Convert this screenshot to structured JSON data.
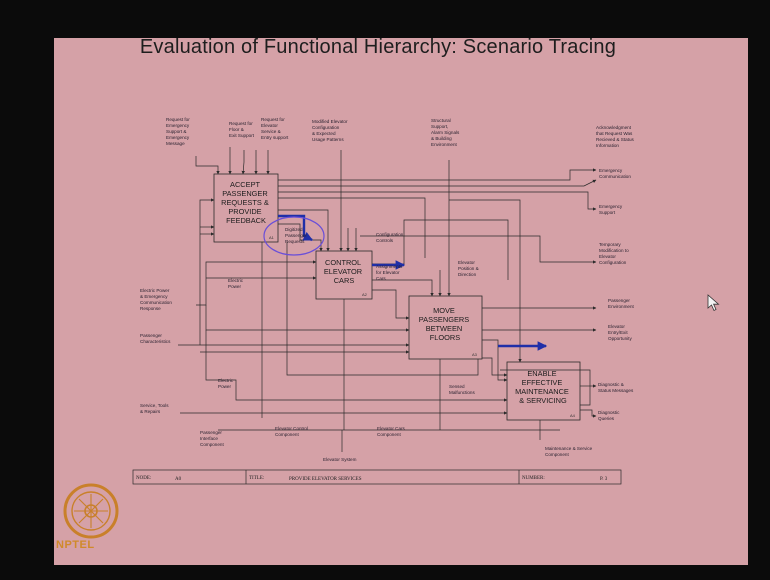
{
  "slide": {
    "title": "Evaluation of Functional Hierarchy: Scenario Tracing"
  },
  "boxes": {
    "a1": [
      "ACCEPT",
      "PASSENGER",
      "REQUESTS &",
      "PROVIDE",
      "FEEDBACK"
    ],
    "a1_num": "A1",
    "a2": [
      "CONTROL",
      "ELEVATOR",
      "CARS"
    ],
    "a2_num": "A2",
    "a3": [
      "MOVE",
      "PASSENGERS",
      "BETWEEN",
      "FLOORS"
    ],
    "a3_num": "A3",
    "a4": [
      "ENABLE",
      "EFFECTIVE",
      "MAINTENANCE",
      "& SERVICING"
    ],
    "a4_num": "A4"
  },
  "inputs_top": {
    "req_emergency": [
      "Request for",
      "Emergency",
      "Support &",
      "Emergency",
      "Message"
    ],
    "req_floor": [
      "Request for",
      "Floor &",
      "Exit Support"
    ],
    "req_elevator": [
      "Request for",
      "Elevator",
      "Service &",
      "Entry support"
    ],
    "modified_config": [
      "Modified Elevator",
      "Configuration",
      "& Expected",
      "Usage Patterns"
    ],
    "structural": [
      "Structural",
      "Support,",
      "Alarm Signals",
      "& Building",
      "Environment"
    ]
  },
  "inputs_left": {
    "electric_power_emergency": [
      "Electric Power",
      "& Emergency",
      "Communication",
      "Response"
    ],
    "passenger_char": [
      "Passenger",
      "Characteristics"
    ],
    "service_tools": [
      "Service, Tools",
      "& Repairs"
    ]
  },
  "outputs_right": {
    "acknowledgment": [
      "Acknowledgment",
      "that Request Was",
      "Recieved & Status",
      "Information"
    ],
    "emergency_comm": [
      "Emergency",
      "Communication"
    ],
    "emergency_support": [
      "Emergency",
      "Support"
    ],
    "temporary_mod": [
      "Temporary",
      "Modification to",
      "Elevator",
      "Configuration"
    ],
    "passenger_env": [
      "Passenger",
      "Environment"
    ],
    "elevator_entry": [
      "Elevator",
      "Entry/Exit",
      "Opportunity"
    ],
    "diagnostic_status": [
      "Diagnostic &",
      "Status Messages"
    ],
    "diagnostic_queries": [
      "Diagnostic",
      "Queries"
    ]
  },
  "internal": {
    "digitized": [
      "Digitized",
      "Passenger",
      "Requests"
    ],
    "config_controls": [
      "Configuration",
      "Controls"
    ],
    "assignments": [
      "Assignments",
      "for Elevator",
      "Cars"
    ],
    "electric_power_a2": [
      "Electric",
      "Power"
    ],
    "elevator_position": [
      "Elevator",
      "Position &",
      "Direction"
    ],
    "electric_power_a4": [
      "Electric",
      "Power"
    ],
    "sensed_malfunctions": [
      "Sensed",
      "Malfunctions"
    ]
  },
  "mechanisms": {
    "passenger_interface": [
      "Passenger",
      "Interface",
      "Component"
    ],
    "elevator_control": [
      "Elevator Control",
      "Component"
    ],
    "elevator_cars": [
      "Elevator Cars",
      "Component"
    ],
    "maintenance": [
      "Maintenance & Service",
      "Component"
    ],
    "elevator_system": "Elevator System"
  },
  "footer": {
    "node_label": "NODE:",
    "node_value": "A0",
    "title_label": "TITLE:",
    "title_value": "PROVIDE ELEVATOR SERVICES",
    "number_label": "NUMBER:",
    "number_value": "P. 3"
  },
  "logo": {
    "text": "NPTEL"
  },
  "colors": {
    "slide_bg": "#d5a1a7",
    "highlight_arrow": "#1f2fa8",
    "highlight_circle": "#6a4fd8",
    "logo": "#d08a2a"
  }
}
